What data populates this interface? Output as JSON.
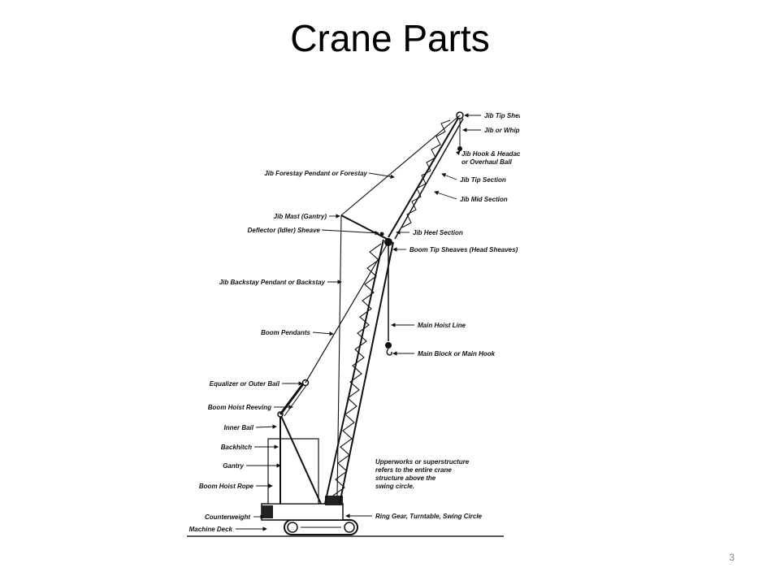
{
  "slide": {
    "title": "Crane Parts",
    "page_number": "3"
  },
  "diagram": {
    "labels": {
      "jib_tip_sheave": "Jib Tip Sheave",
      "jib_whip_line": "Jib or Whip Line",
      "jib_hook_1": "Jib Hook & Headache Ball",
      "jib_hook_2": "or Overhaul Ball",
      "jib_tip_section": "Jib Tip Section",
      "jib_mid_section": "Jib Mid Section",
      "jib_heel_section": "Jib Heel Section",
      "boom_tip_sheaves": "Boom Tip Sheaves (Head Sheaves)",
      "main_hoist_line": "Main Hoist Line",
      "main_block": "Main Block or Main Hook",
      "upperworks_1": "Upperworks or superstructure",
      "upperworks_2": "refers to the entire crane",
      "upperworks_3": "structure above the",
      "upperworks_4": "swing circle.",
      "ring_gear": "Ring Gear, Turntable, Swing Circle",
      "jib_forestay": "Jib Forestay Pendant  or Forestay",
      "jib_mast": "Jib Mast (Gantry)",
      "deflector_sheave": "Deflector (Idler) Sheave",
      "jib_backstay": "Jib Backstay Pendant or Backstay",
      "boom_pendants": "Boom Pendants",
      "equalizer": "Equalizer or Outer Bail",
      "boom_hoist_reeving": "Boom Hoist Reeving",
      "inner_bail": "Inner Bail",
      "backhitch": "Backhitch",
      "gantry": "Gantry",
      "boom_hoist_rope": "Boom Hoist Rope",
      "counterweight": "Counterweight",
      "machine_deck": "Machine Deck"
    }
  }
}
